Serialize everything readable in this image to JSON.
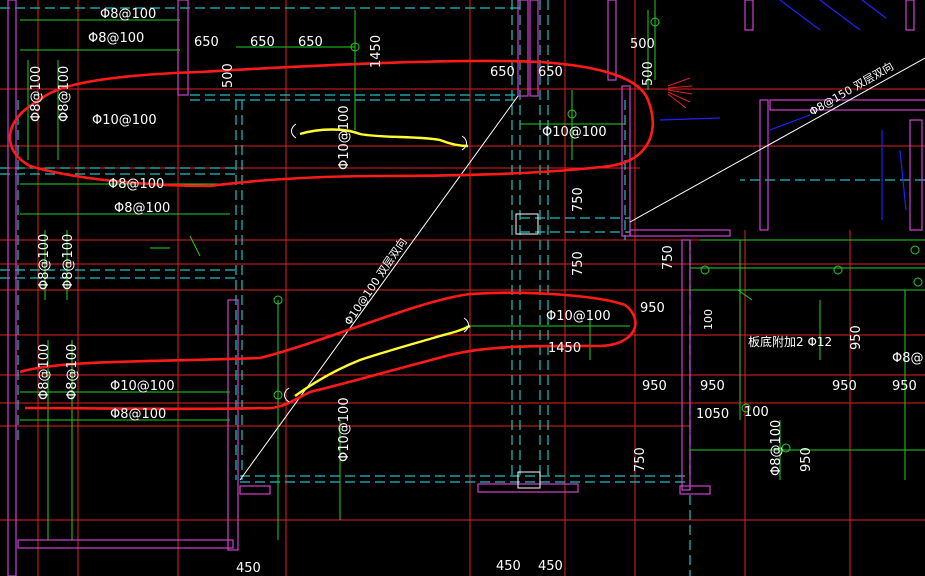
{
  "colors": {
    "background": "#000000",
    "wall": "#d040d0",
    "axis": "#e02020",
    "dashed_beam": "#20c0c0",
    "rebar_green": "#20d020",
    "markup_red": "#ff1a1a",
    "markup_yellow": "#ffff30",
    "blue": "#2020ff",
    "white": "#ffffff"
  },
  "labels": {
    "l1": "Φ8@100",
    "l2": "Φ8@100",
    "l3": "650",
    "l4": "650",
    "l5": "650",
    "l6": "1450",
    "l7": "500",
    "l8": "650",
    "l9": "650",
    "l10": "500",
    "l11": "500",
    "l12": "Φ8@100",
    "l13": "Φ8@100",
    "l14": "Φ10@100",
    "l15": "Φ10@100",
    "l16": "Φ10@100",
    "l17": "Φ8@150 双层双向",
    "l18": "Φ8@100",
    "l19": "Φ8@100",
    "l20": "750",
    "l21": "750",
    "l22": "750",
    "l23": "Φ8@100",
    "l24": "Φ8@100",
    "l25": "Φ10@100 双层双向",
    "l26": "Φ10@100",
    "l27": "950",
    "l28": "1450",
    "l29": "100",
    "l30": "板底附加2 Φ12",
    "l31": "950",
    "l32": "Φ8@1",
    "l33": "Φ8@100",
    "l34": "Φ8@100",
    "l35": "Φ10@100",
    "l36": "Φ8@100",
    "l37": "950",
    "l38": "950",
    "l39": "950",
    "l40": "950",
    "l41": "1050",
    "l42": "100",
    "l43": "Φ10@100",
    "l44": "Φ8@100",
    "l45": "950",
    "l46": "750",
    "l47": "450",
    "l48": "450",
    "l49": "450"
  }
}
